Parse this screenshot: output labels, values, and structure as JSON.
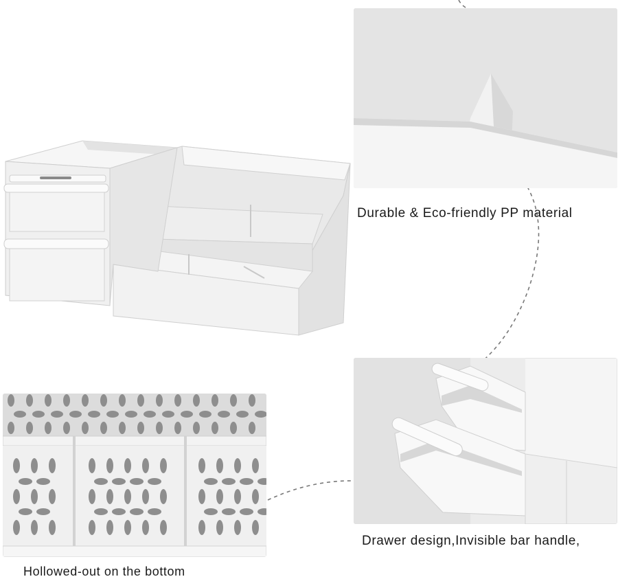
{
  "captions": {
    "material": "Durable & Eco-friendly PP material",
    "drawer": "Drawer design,Invisible bar handle,",
    "bottom": "Hollowed-out on the bottom"
  },
  "colors": {
    "background": "#ffffff",
    "product_white": "#f1f1f1",
    "product_shadow": "#d4d4d4",
    "panel_grey": "#e6e6e6",
    "hole_grey": "#8e8e8e",
    "connector_grey": "#777777"
  }
}
